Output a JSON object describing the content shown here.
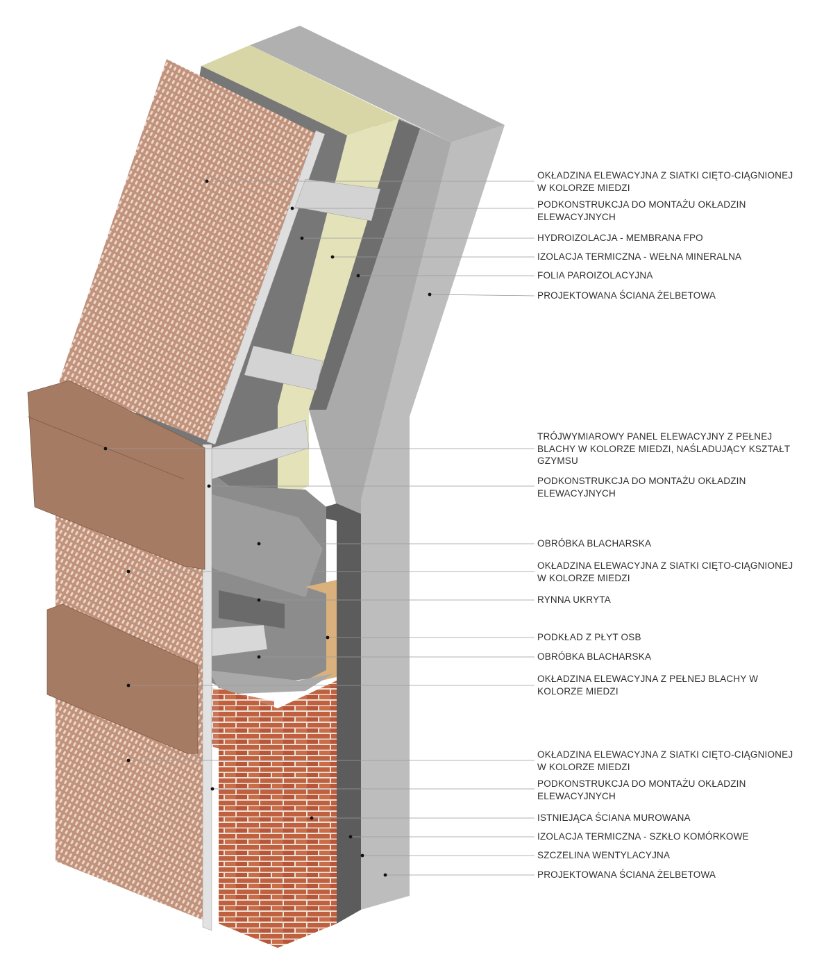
{
  "colors": {
    "copper_mesh": "#c49680",
    "copper_panel": "#a67b63",
    "mineral_wool": "#e4e2b9",
    "concrete": "#b8b8b8",
    "membrane": "#6e6e6e",
    "brick": "#c0603e",
    "osb": "#dab17c",
    "metal": "#dcdcdc",
    "leader": "#9a9a9a"
  },
  "callouts": [
    "OKŁADZINA ELEWACYJNA Z SIATKI CIĘTO-CIĄGNIONEJ\nW KOLORZE MIEDZI",
    "PODKONSTRUKCJA DO MONTAŻU OKŁADZIN\nELEWACYJNYCH",
    "HYDROIZOLACJA - MEMBRANA FPO",
    "IZOLACJA TERMICZNA - WEŁNA MINERALNA",
    "FOLIA PAROIZOLACYJNA",
    "PROJEKTOWANA ŚCIANA ŻELBETOWA",
    "TRÓJWYMIAROWY PANEL ELEWACYJNY Z PEŁNEJ\nBLACHY W KOLORZE MIEDZI, NAŚLADUJĄCY KSZTAŁT\nGZYMSU",
    "PODKONSTRUKCJA DO MONTAŻU OKŁADZIN\nELEWACYJNYCH",
    "OBRÓBKA BLACHARSKA",
    "OKŁADZINA ELEWACYJNA Z SIATKI CIĘTO-CIĄGNIONEJ\nW KOLORZE MIEDZI",
    "RYNNA UKRYTA",
    "PODKŁAD Z PŁYT OSB",
    "OBRÓBKA BLACHARSKA",
    "OKŁADZINA ELEWACYJNA Z PEŁNEJ BLACHY W\nKOLORZE MIEDZI",
    "OKŁADZINA ELEWACYJNA Z SIATKI CIĘTO-CIĄGNIONEJ\nW KOLORZE MIEDZI",
    "PODKONSTRUKCJA DO MONTAŻU OKŁADZIN\nELEWACYJNYCH",
    "ISTNIEJĄCA ŚCIANA MUROWANA",
    "IZOLACJA TERMICZNA - SZKŁO KOMÓRKOWE",
    "SZCZELINA WENTYLACYJNA",
    "PROJEKTOWANA ŚCIANA ŻELBETOWA"
  ]
}
